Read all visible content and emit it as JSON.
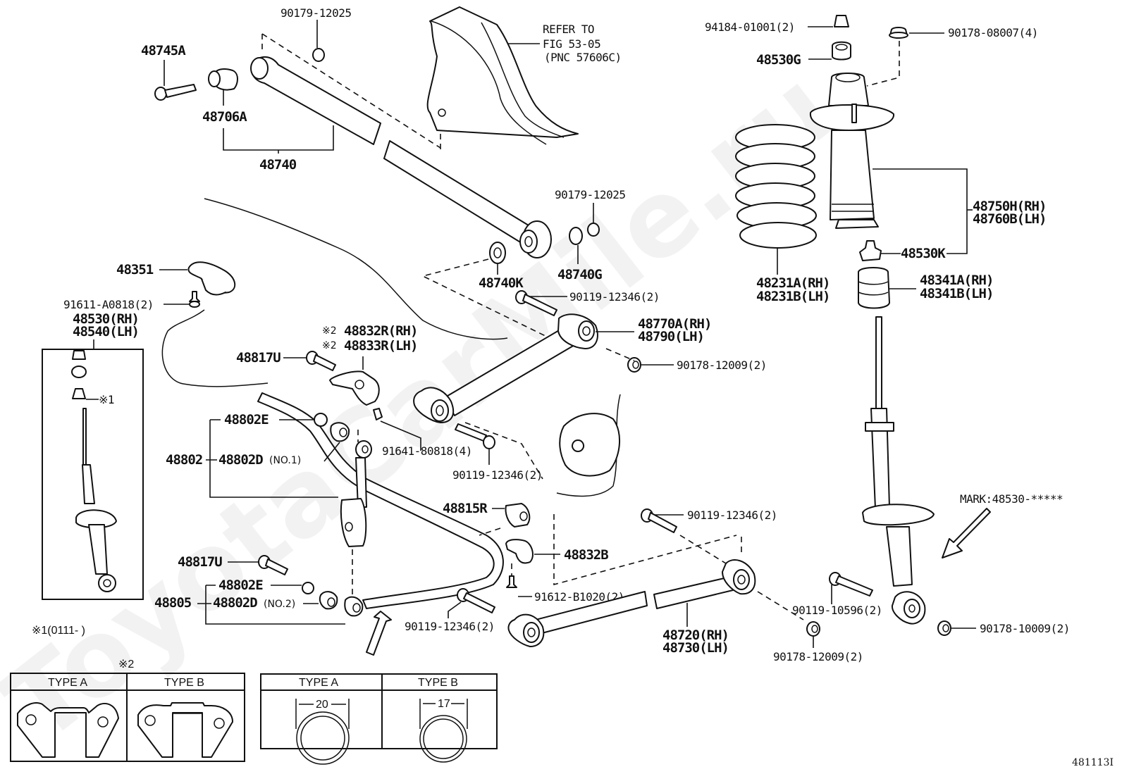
{
  "diagram": {
    "figure_id": "481113I",
    "watermark": "ToyotaCarMile.ru",
    "refer_note": {
      "line1": "REFER TO",
      "line2": "FIG 53-05",
      "line3": "(PNC 57606C)"
    },
    "mark_note": "MARK:48530-*****",
    "footnote_1": "※1(0111-     )",
    "footnote_2_marker": "※2",
    "labels": {
      "p48745A": "48745A",
      "p48706A": "48706A",
      "p48740": "48740",
      "p90179_top": "90179-12025",
      "p90179_mid": "90179-12025",
      "p48740K": "48740K",
      "p48740G": "48740G",
      "p48351": "48351",
      "p91611": "91611-A0818(2)",
      "p48530_rh": "48530(RH)",
      "p48540_lh": "48540(LH)",
      "note1_marker": "※1",
      "p48832R_marker": "※2",
      "p48832R": "48832R(RH)",
      "p48833R_marker": "※2",
      "p48833R": "48833R(LH)",
      "p48817U_top": "48817U",
      "p48817U_bot": "48817U",
      "p48802E_top": "48802E",
      "p48802E_bot": "48802E",
      "p48802": "48802",
      "p48802D_no1": "48802D",
      "no1": "(NO.1)",
      "p48805": "48805",
      "p48802D_no2": "48802D",
      "no2": "(NO.2)",
      "p91641": "91641-80818(4)",
      "p90119_a": "90119-12346(2)",
      "p90119_b": "90119-12346(2)",
      "p90119_c": "90119-12346(2)",
      "p90119_d": "90119-12346(2)",
      "p48770A": "48770A(RH)",
      "p48790": "48790(LH)",
      "p90178_12009_a": "90178-12009(2)",
      "p90178_12009_b": "90178-12009(2)",
      "p48815R": "48815R",
      "p48832B": "48832B",
      "p91612": "91612-B1020(2)",
      "p48720": "48720(RH)",
      "p48730": "48730(LH)",
      "p90119_10596": "90119-10596(2)",
      "p90178_10009": "90178-10009(2)",
      "p94184": "94184-01001(2)",
      "p90178_08007": "90178-08007(4)",
      "p48530G": "48530G",
      "p48231A": "48231A(RH)",
      "p48231B": "48231B(LH)",
      "p48750H": "48750H(RH)",
      "p48760B": "48760B(LH)",
      "p48530K": "48530K",
      "p48341A": "48341A(RH)",
      "p48341B": "48341B(LH)"
    },
    "bracket_types": {
      "marker": "※2",
      "type_a": "TYPE A",
      "type_b": "TYPE B"
    },
    "bushing_types": {
      "type_a": "TYPE A",
      "type_b": "TYPE B",
      "type_a_dim": "20",
      "type_b_dim": "17"
    }
  }
}
